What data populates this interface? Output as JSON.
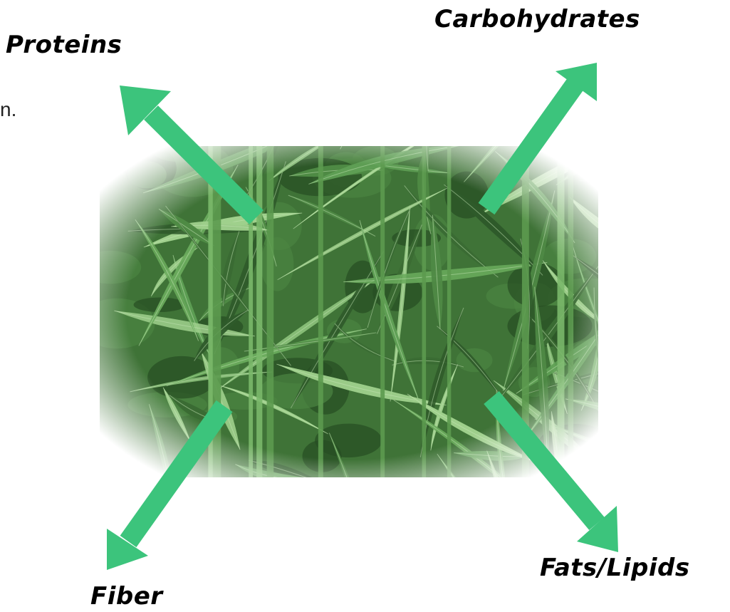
{
  "labels": {
    "proteins": "Proteins",
    "carbohydrates": "Carbohydrates",
    "fats_lipids": "Fats/Lipids",
    "fiber": "Fiber"
  },
  "stray_text": "n.",
  "colors": {
    "arrow": "#3cc47c",
    "grass_dark": "#2f5a2a",
    "grass_mid": "#4f8a45",
    "grass_light": "#8cc27c",
    "label": "#000000"
  },
  "image": {
    "subject": "grass-photo"
  }
}
